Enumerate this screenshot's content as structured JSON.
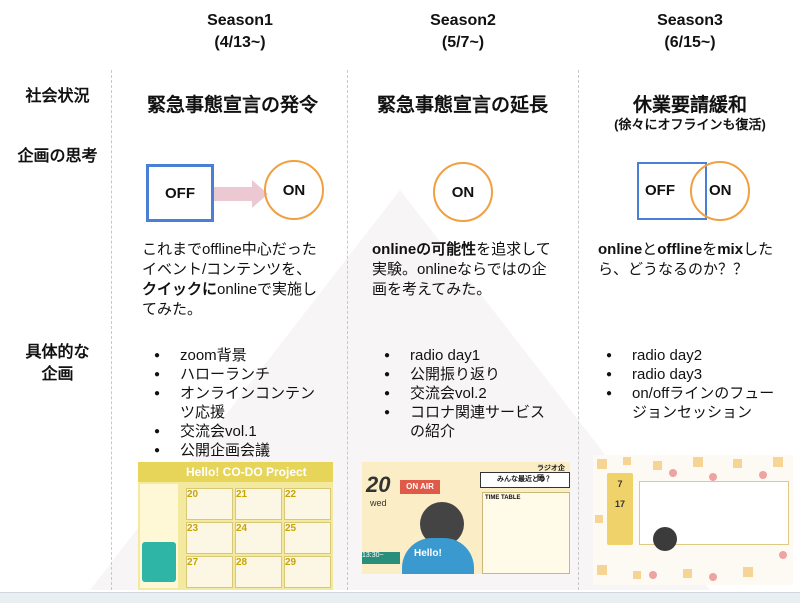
{
  "seasons": [
    {
      "title": "Season1",
      "date": "(4/13~)"
    },
    {
      "title": "Season2",
      "date": "(5/7~)"
    },
    {
      "title": "Season3",
      "date": "(6/15~)"
    }
  ],
  "rows": {
    "social": "社会状況",
    "thinking": "企画の思考",
    "concrete_1": "具体的な",
    "concrete_2": "企画"
  },
  "social": {
    "s1": "緊急事態宣言の発令",
    "s2": "緊急事態宣言の延長",
    "s3": "休業要請緩和",
    "s3_sub": "(徐々にオフラインも復活)"
  },
  "diagram": {
    "off": "OFF",
    "on": "ON"
  },
  "desc": {
    "s1": {
      "l1": "これまでoffline中心だった",
      "l2": "イベント/コンテンツを、",
      "l3_bold": "クイックに",
      "l3_rest": "onlineで実施し",
      "l4": "てみた。"
    },
    "s2": {
      "l1_bold": "onlineの可能性",
      "l1_rest": "を追求して",
      "l2": "実験。onlineならではの企",
      "l3": "画を考えてみた。"
    },
    "s3": {
      "l1_bold_a": "online",
      "l1_mid": "と",
      "l1_bold_b": "offline",
      "l1_mid2": "を",
      "l1_bold_c": "mix",
      "l1_rest": "した",
      "l2": "ら、どうなるのか？？"
    }
  },
  "lists": {
    "s1": [
      "zoom背景",
      "ハローランチ",
      "オンラインコンテン",
      "ツ応援",
      "交流会vol.1",
      "公開企画会議"
    ],
    "s2": [
      "radio day1",
      "公開振り返り",
      "交流会vol.2",
      "コロナ関連サービス",
      "の紹介"
    ],
    "s3": [
      "radio day2",
      "radio day3",
      "on/offラインのフュー",
      "ジョンセッション"
    ]
  },
  "thumbs": {
    "t1_title": "Hello! CO-DO Project",
    "t1_nums": [
      "20",
      "21",
      "22",
      "23",
      "24",
      "25",
      "27",
      "28",
      "29"
    ],
    "t2_date": "20",
    "t2_day": "wed",
    "t2_onair": "ON AIR",
    "t2_q": "みんな最近どう？",
    "t2_hello": "Hello!",
    "t2_radio": "ラジオ企画",
    "t2_table": "TIME TABLE",
    "t2_time": "13:30~",
    "t3_nums": [
      "7",
      "17"
    ]
  },
  "colors": {
    "box_blue": "#4a7fd6",
    "circle_orange": "#f0a040",
    "arrow_pink": "#ecc8d2"
  }
}
